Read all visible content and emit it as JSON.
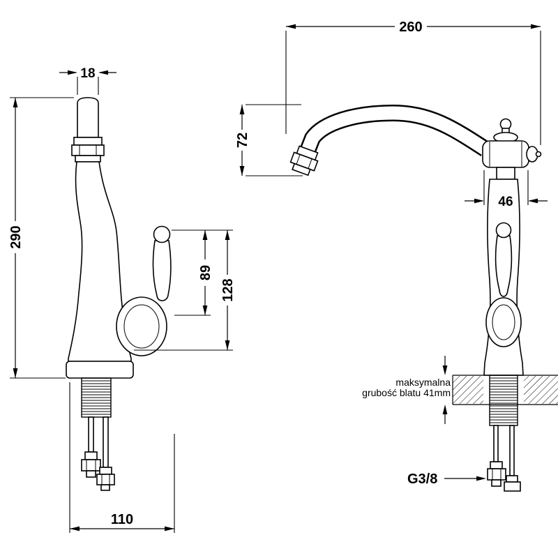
{
  "side_view": {
    "dim_spout_tip_width": "18",
    "dim_total_height": "290",
    "dim_handle_height": "89",
    "dim_upper_height": "128",
    "dim_base_width": "110"
  },
  "front_view": {
    "dim_reach": "260",
    "dim_spout_drop": "72",
    "dim_head_width": "46",
    "note_line1": "maksymalna",
    "note_line2": "grubość blatu 41mm",
    "thread_label": "G3/8"
  }
}
